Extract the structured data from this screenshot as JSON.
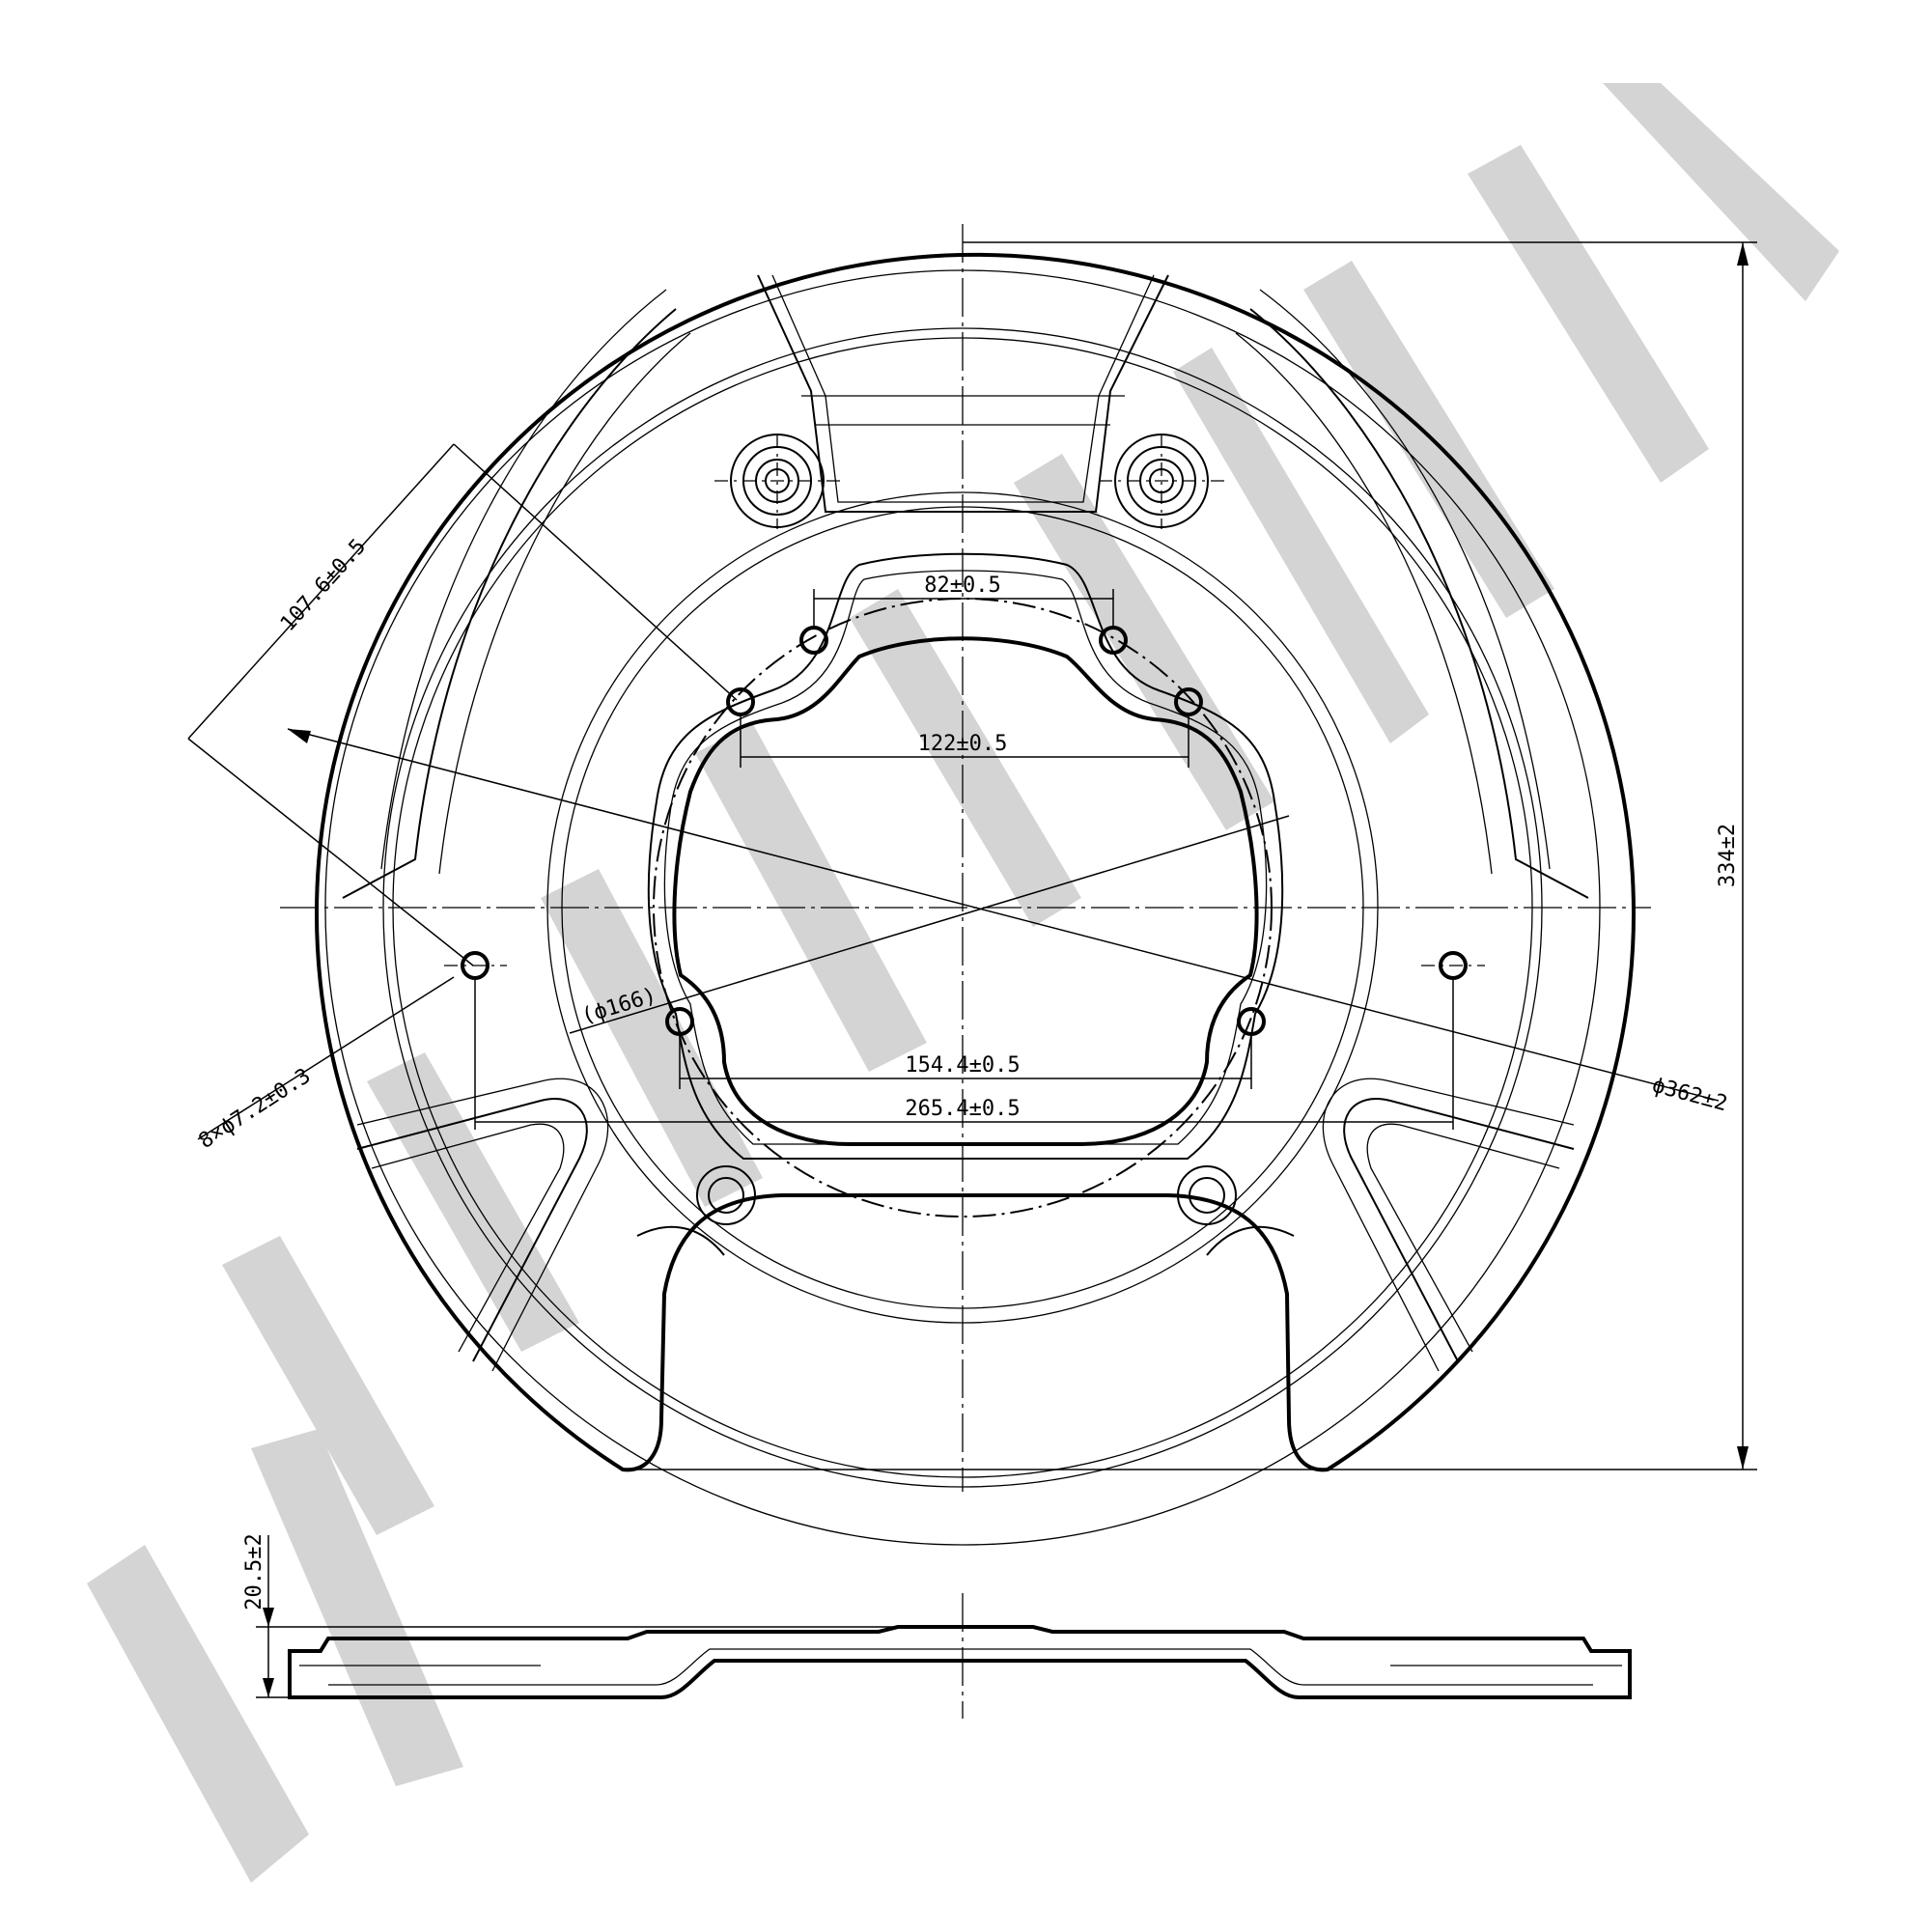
{
  "watermark": {
    "text": "ZENTPARTS",
    "color": "#d4d4d4"
  },
  "dimensions": {
    "height": "334±2",
    "outer_diameter": "ϕ362±2",
    "bolt_circle_diameter": "(ϕ166)",
    "holes": "8×ϕ7.2±0.3",
    "angled_distance": "107.6±0.5",
    "top_hole_spacing": "82±0.5",
    "inner_opening_width": "122±0.5",
    "lower_hole_spacing": "154.4±0.5",
    "outer_hole_spacing": "265.4±0.5",
    "thickness": "20.5±2"
  }
}
